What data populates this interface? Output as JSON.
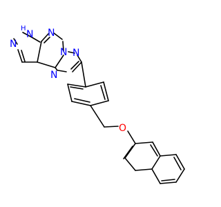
{
  "structure": {
    "colors": {
      "bond": "#000000",
      "nitrogen": "#0000ff",
      "oxygen": "#ff0000"
    },
    "atom_labels": {
      "nh_n": "N",
      "nh_h": "H",
      "n_pyrazole": "N",
      "n_pyrimidine": "N",
      "n_triazole_top": "N",
      "n_triazole_right": "N",
      "n_triazole_left": "N",
      "o_ether": "O"
    }
  }
}
